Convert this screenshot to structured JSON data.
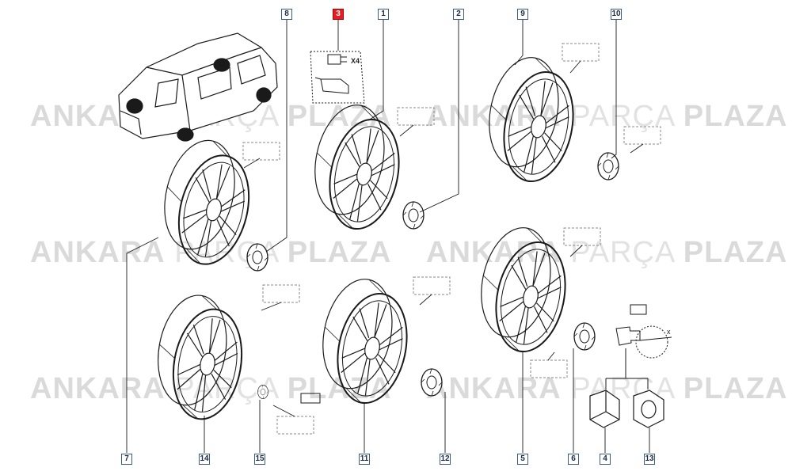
{
  "watermark": {
    "brand_bold": "PLAZA",
    "rows": [
      {
        "a": "ANKARA",
        "b": "PARÇA",
        "c": "PLAZA"
      },
      {
        "a": "ANKARA",
        "b": "PARÇA",
        "c": "PLAZA"
      },
      {
        "a": "ANKARA",
        "b": "PARÇA",
        "c": "PLAZA"
      },
      {
        "a": "ANKARA",
        "b": "PARÇA",
        "c": "PLAZA"
      },
      {
        "a": "ANKARA",
        "b": "PARÇA",
        "c": "PLAZA"
      },
      {
        "a": "ANKARA",
        "b": "PARÇA",
        "c": "PLAZA"
      }
    ]
  },
  "callouts": {
    "c1": "1",
    "c2": "2",
    "c3": "3",
    "c4": "4",
    "c5": "5",
    "c6": "6",
    "c7": "7",
    "c8": "8",
    "c9": "9",
    "c10": "10",
    "c11": "11",
    "c12": "12",
    "c13": "13",
    "c14": "14",
    "c15": "15"
  },
  "highlighted_callout": "3",
  "bolt_quantity": "X4",
  "axis_label": "x",
  "colors": {
    "accent": "#e31e24",
    "callout_border": "#3a5a8a",
    "line": "#1a1a1a"
  }
}
